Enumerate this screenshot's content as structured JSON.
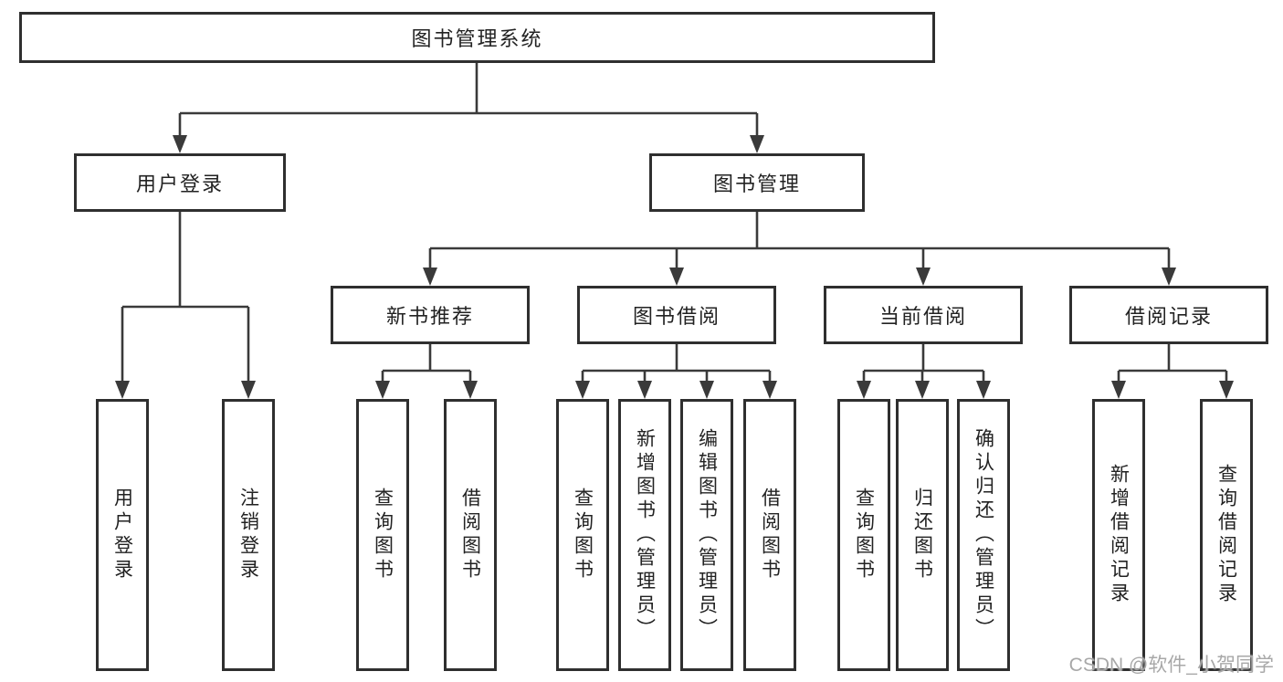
{
  "colors": {
    "line": "#3a3a3a",
    "box_border": "#2f2f2f",
    "text": "#222222",
    "watermark": "#a8a8a8",
    "background": "#ffffff"
  },
  "watermark": {
    "text": "CSDN @软件_小贺同学"
  },
  "tree": {
    "root": {
      "label": "图书管理系统"
    },
    "branches": [
      {
        "label": "用户登录",
        "leaves": [
          {
            "label": "用户登录"
          },
          {
            "label": "注销登录"
          }
        ]
      },
      {
        "label": "图书管理",
        "groups": [
          {
            "label": "新书推荐",
            "leaves": [
              {
                "label": "查询图书"
              },
              {
                "label": "借阅图书"
              }
            ]
          },
          {
            "label": "图书借阅",
            "leaves": [
              {
                "label": "查询图书"
              },
              {
                "label": "新增图书（管理员）"
              },
              {
                "label": "编辑图书（管理员）"
              },
              {
                "label": "借阅图书"
              }
            ]
          },
          {
            "label": "当前借阅",
            "leaves": [
              {
                "label": "查询图书"
              },
              {
                "label": "归还图书"
              },
              {
                "label": "确认归还（管理员）"
              }
            ]
          },
          {
            "label": "借阅记录",
            "leaves": [
              {
                "label": "新增借阅记录"
              },
              {
                "label": "查询借阅记录"
              }
            ]
          }
        ]
      }
    ]
  }
}
